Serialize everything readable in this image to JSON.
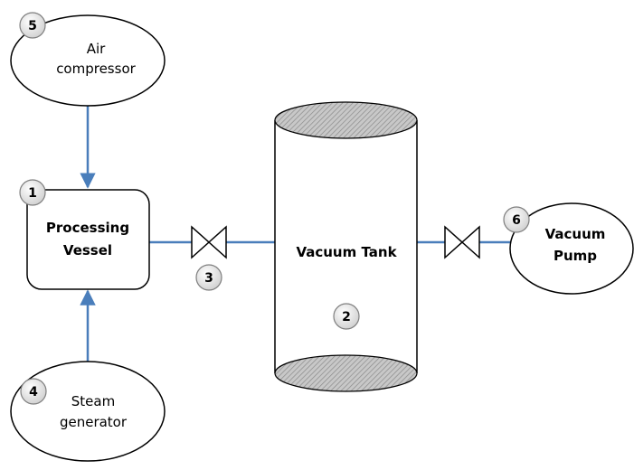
{
  "nodes": {
    "air_compressor": {
      "line1": "Air",
      "line2": "compressor",
      "badge": "5"
    },
    "processing_vessel": {
      "line1": "Processing",
      "line2": "Vessel",
      "badge": "1"
    },
    "vacuum_tank": {
      "label": "Vacuum Tank",
      "badge": "2"
    },
    "vacuum_pump": {
      "line1": "Vacuum",
      "line2": "Pump",
      "badge": "6"
    },
    "steam_generator": {
      "line1": "Steam",
      "line2": "generator",
      "badge": "4"
    },
    "valve_vessel_tank": {
      "badge": "3"
    }
  },
  "colors": {
    "connector": "#4a7ebb",
    "outline": "#000000",
    "badge_fill": "#d9d9d9",
    "hatch": "#808080"
  }
}
